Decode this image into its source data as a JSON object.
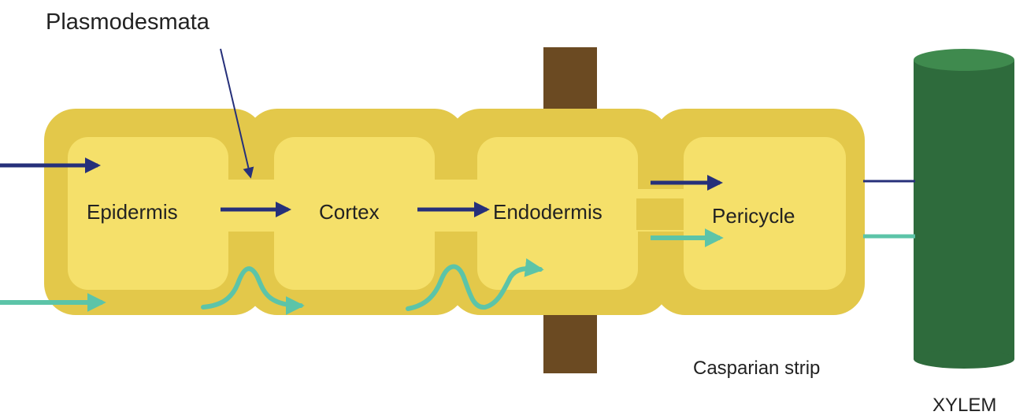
{
  "labels": {
    "plasmodesmata": "Plasmodesmata",
    "epidermis": "Epidermis",
    "cortex": "Cortex",
    "endodermis": "Endodermis",
    "pericycle": "Pericycle",
    "casparian_strip": "Casparian strip",
    "xylem": "XYLEM"
  },
  "colors": {
    "cell_wall": "#e3c84a",
    "cell_body": "#f5e06a",
    "casparian_strip": "#6b4a22",
    "xylem": "#2e6b3c",
    "xylem_top": "#3f8a4e",
    "symplast_arrow": "#26307a",
    "apoplast_arrow": "#5cc4a8",
    "pointer": "#26307a"
  }
}
